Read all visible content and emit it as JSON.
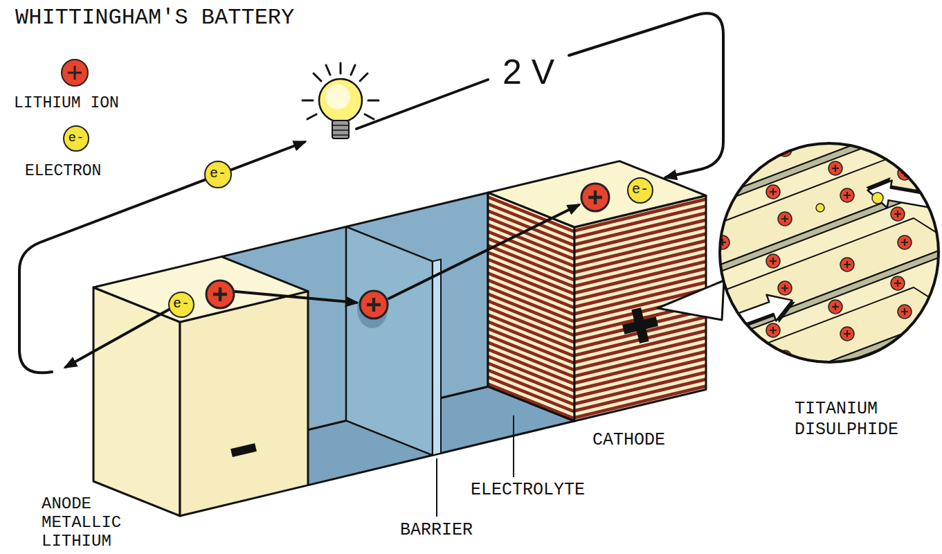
{
  "diagram": {
    "title": "WHITTINGHAM'S BATTERY",
    "labels": [
      "e-",
      "e-",
      "2 V",
      "e-",
      "e-",
      "ANODE METALLIC LITHIUM",
      "BARRIER",
      "ELECTROLYTE",
      "CATHODE",
      "TITANIUM DISULPHIDE"
    ],
    "legend": [
      {
        "text": "LITHIUM ION",
        "color": "#e8432d"
      },
      {
        "text": "ELECTRON",
        "color": "#f6e33c"
      }
    ]
  }
}
